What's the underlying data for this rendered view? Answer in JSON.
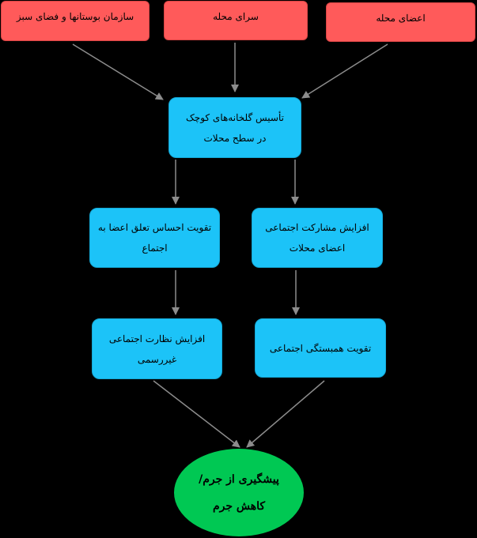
{
  "nodes": {
    "parks_org": "سازمان بوستانها و فضای سبز",
    "neighborhood_council": "سرای محله",
    "neighborhood_members": "اعضای محله",
    "small_gardens_line1": "تأسیس گلخانه‌های کوچک",
    "small_gardens_line2": "در سطح محلات",
    "belonging_line1": "تقویت احساس تعلق اعضا به",
    "belonging_line2": "اجتماع",
    "participation_line1": "افزایش مشارکت اجتماعی",
    "participation_line2": "اعضای محلات",
    "informal_control_line1": "افزایش نظارت اجتماعی",
    "informal_control_line2": "غیررسمی",
    "cohesion": "تقویت همبستگی اجتماعی",
    "outcome_line1": "پیشگیری از جرم/",
    "outcome_line2": "کاهش جرم"
  },
  "colors": {
    "background": "#000000",
    "source_node": "#ff5a5a",
    "process_node": "#1cc3f8",
    "outcome_node": "#00c853",
    "arrow": "#8c8c8c"
  }
}
